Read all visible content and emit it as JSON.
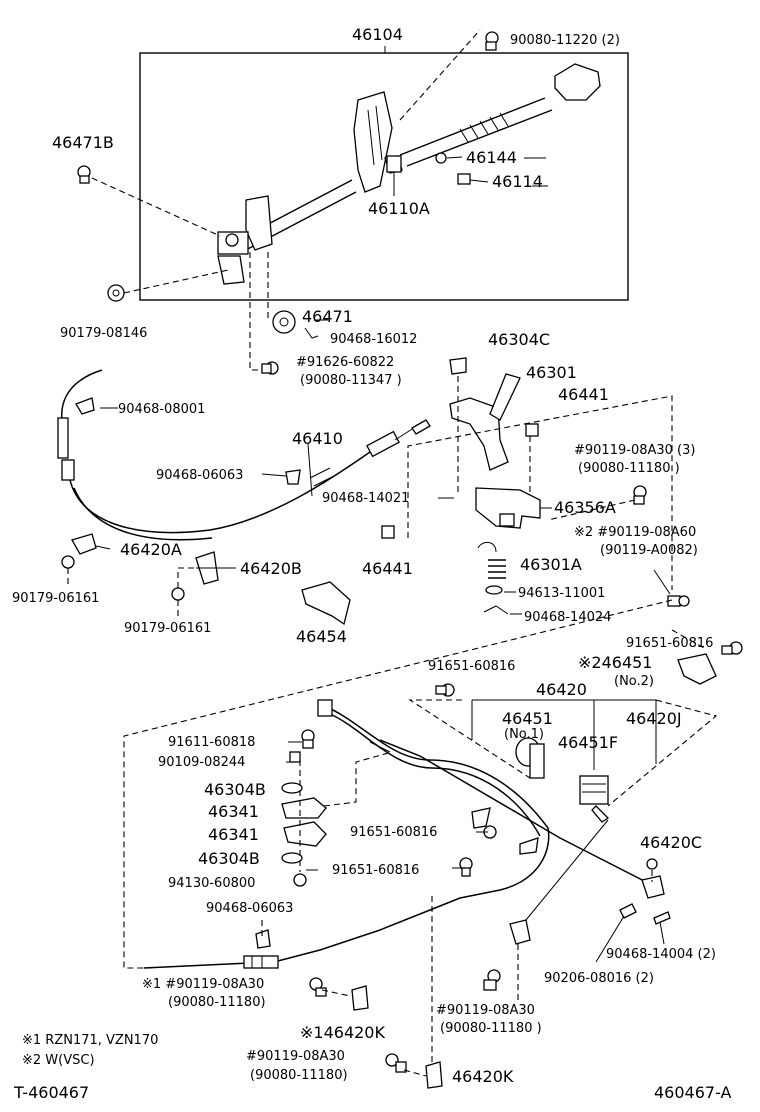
{
  "labels": {
    "p46104": "46104",
    "p90080_11220": "90080-11220 (2)",
    "p46471B": "46471B",
    "p46144": "46144",
    "p46114": "46114",
    "p46110A": "46110A",
    "p90179_08146": "90179-08146",
    "p46471": "46471",
    "p90468_16012": "90468-16012",
    "p91626_60822": "#91626-60822",
    "p90080_11347": "(90080-11347 )",
    "p46304C": "46304C",
    "p46301": "46301",
    "p46441a": "46441",
    "p90468_08001": "90468-08001",
    "p46410": "46410",
    "p90119_08A30_3": "#90119-08A30 (3)",
    "p90080_11180_a": "(90080-11180  )",
    "p90468_06063_a": "90468-06063",
    "p90468_14021": "90468-14021",
    "p46356A": "46356A",
    "p90119_08A60": "※2 #90119-08A60",
    "p90119_A0082": "(90119-A0082)",
    "p46441b": "46441",
    "p46301A": "46301A",
    "p46420A": "46420A",
    "p46420B": "46420B",
    "p94613_11001": "94613-11001",
    "p90179_06161_a": "90179-06161",
    "p90179_06161_b": "90179-06161",
    "p90468_14024": "90468-14024",
    "p46454": "46454",
    "p91651_60816_a": "91651-60816",
    "p246451": "※246451",
    "p46451No2": "(No.2)",
    "p91651_60816_b": "91651-60816",
    "p46420": "46420",
    "p46451": "46451",
    "p46451No1": "(No.1)",
    "p46420J": "46420J",
    "p91611_60818": "91611-60818",
    "p90109_08244": "90109-08244",
    "p46451F": "46451F",
    "p46304B_a": "46304B",
    "p46341_a": "46341",
    "p46341_b": "46341",
    "p91651_60816_c": "91651-60816",
    "p46304B_b": "46304B",
    "p91651_60816_d": "91651-60816",
    "p94130_60800": "94130-60800",
    "p46420C": "46420C",
    "p90468_06063_b": "90468-06063",
    "p90468_14004": "90468-14004 (2)",
    "p90206_08016": "90206-08016 (2)",
    "p90119_08A30_x1": "※1 #90119-08A30",
    "p90080_11180_b": "(90080-11180)",
    "p90119_08A30_c": "#90119-08A30",
    "p90080_11180_c": "(90080-11180 )",
    "p146420K": "※146420K",
    "p90119_08A30_d": "#90119-08A30",
    "p90080_11180_d": "(90080-11180)",
    "p46420K": "46420K"
  },
  "notes": {
    "note1": "※1 RZN171, VZN170",
    "note2": "※2 W(VSC)"
  },
  "footer": {
    "left_code": "T-460467",
    "right_code": "460467-A"
  }
}
